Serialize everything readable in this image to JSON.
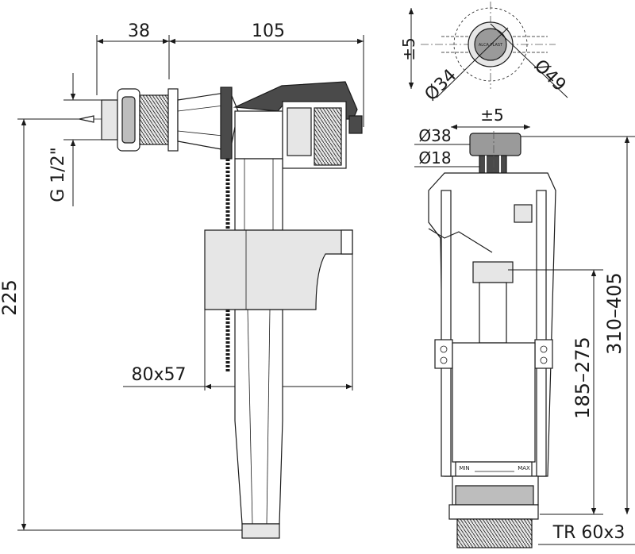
{
  "left_valve": {
    "dims": {
      "width_thread": "38",
      "width_arm": "105",
      "thread": "G 1/2\"",
      "height": "225",
      "float": "80x57"
    }
  },
  "right_valve": {
    "dims": {
      "tolerance_top": "±5",
      "diameter_small": "Ø34",
      "diameter_large": "Ø49",
      "tolerance_mid": "±5",
      "button_diameter": "Ø38",
      "stem_diameter": "Ø18",
      "range_inner": "185–275",
      "range_outer": "310–405",
      "thread": "TR 60x3"
    },
    "scale": {
      "min": "MIN",
      "max": "MAX"
    },
    "brand": "ALCA PLAST"
  },
  "colors": {
    "line": "#1a1a1a",
    "fill_light": "#e6e6e6",
    "fill_mid": "#bdbdbd",
    "fill_dark": "#4a4a4a",
    "button_fill": "#9a9a9a"
  }
}
